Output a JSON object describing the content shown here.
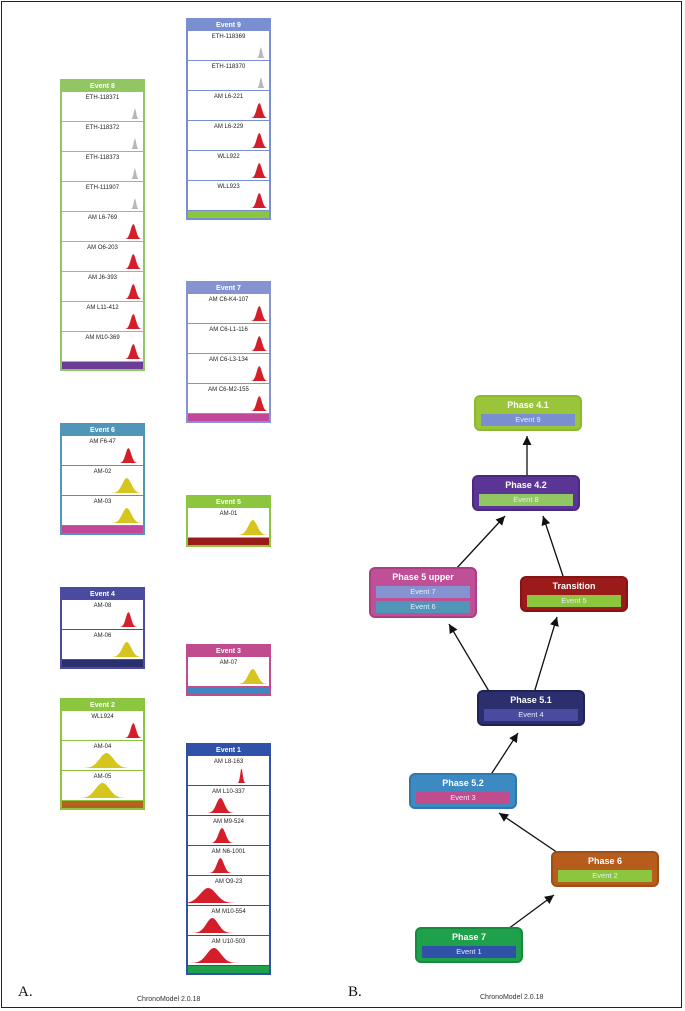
{
  "panels": {
    "a_letter": "A.",
    "b_letter": "B.",
    "a_footer": "ChronoModel 2.0.18",
    "b_footer": "ChronoModel 2.0.18"
  },
  "colors": {
    "red_peak": "#d41f2a",
    "yellow_peak": "#d6c51e",
    "grey_peak": "#b8b8b8"
  },
  "events": [
    {
      "name": "Event 9",
      "color": "#7a8fd0",
      "footer_color": "#8cc63f",
      "dates": [
        {
          "label": "ETH-118369",
          "peak": "grey"
        },
        {
          "label": "ETH-118370",
          "peak": "grey"
        },
        {
          "label": "AM L6-221",
          "peak": "red"
        },
        {
          "label": "AM L6-229",
          "peak": "red"
        },
        {
          "label": "WLL922",
          "peak": "red"
        },
        {
          "label": "WLL923",
          "peak": "red"
        }
      ]
    },
    {
      "name": "Event 8",
      "color": "#92c663",
      "footer_color": "#6a3d97",
      "dates": [
        {
          "label": "ETH-118371",
          "peak": "grey"
        },
        {
          "label": "ETH-118372",
          "peak": "grey"
        },
        {
          "label": "ETH-118373",
          "peak": "grey"
        },
        {
          "label": "ETH-111907",
          "peak": "grey"
        },
        {
          "label": "AM L6-769",
          "peak": "red"
        },
        {
          "label": "AM O6-203",
          "peak": "red"
        },
        {
          "label": "AM J6-393",
          "peak": "red"
        },
        {
          "label": "AM L11-412",
          "peak": "red"
        },
        {
          "label": "AM M10-369",
          "peak": "red"
        }
      ]
    },
    {
      "name": "Event 7",
      "color": "#8593d1",
      "footer_color": "#c2479b",
      "dates": [
        {
          "label": "AM C6-K4-107",
          "peak": "red"
        },
        {
          "label": "AM C6-L1-116",
          "peak": "red"
        },
        {
          "label": "AM C6-L3-134",
          "peak": "red"
        },
        {
          "label": "AM C6-M2-155",
          "peak": "red"
        }
      ]
    },
    {
      "name": "Event 6",
      "color": "#4f96b8",
      "footer_color": "#c2479b",
      "dates": [
        {
          "label": "AM F6-47",
          "peak": "red"
        },
        {
          "label": "AM-02",
          "peak": "yellow"
        },
        {
          "label": "AM-03",
          "peak": "yellow"
        }
      ]
    },
    {
      "name": "Event 5",
      "color": "#8cc63f",
      "footer_color": "#9b1b1b",
      "dates": [
        {
          "label": "AM-01",
          "peak": "yellow"
        }
      ]
    },
    {
      "name": "Event 4",
      "color": "#4a4a9e",
      "footer_color": "#2c2f6e",
      "dates": [
        {
          "label": "AM-08",
          "peak": "red"
        },
        {
          "label": "AM-06",
          "peak": "yellow"
        }
      ]
    },
    {
      "name": "Event 3",
      "color": "#c04c8e",
      "footer_color": "#3e87c0",
      "dates": [
        {
          "label": "AM-07",
          "peak": "yellow"
        }
      ]
    },
    {
      "name": "Event 2",
      "color": "#8cc63f",
      "footer_color": "#b4621e",
      "dates": [
        {
          "label": "WLL924",
          "peak": "red"
        },
        {
          "label": "AM-04",
          "peak": "yellow"
        },
        {
          "label": "AM-05",
          "peak": "yellow"
        }
      ]
    },
    {
      "name": "Event 1",
      "color": "#2f52a8",
      "footer_color": "#1fa04a",
      "dates": [
        {
          "label": "AM L8-163",
          "peak": "red"
        },
        {
          "label": "AM L10-337",
          "peak": "red"
        },
        {
          "label": "AM M9-524",
          "peak": "red"
        },
        {
          "label": "AM N6-1001",
          "peak": "red"
        },
        {
          "label": "AM O9-23",
          "peak": "red"
        },
        {
          "label": "AM M10-554",
          "peak": "red"
        },
        {
          "label": "AM U10-503",
          "peak": "red"
        }
      ]
    }
  ],
  "phases": [
    {
      "name": "Phase 4.1",
      "color": "#9ac43a",
      "border": "#8bb92f",
      "events": [
        {
          "name": "Event 9",
          "color": "#7a8fd0"
        }
      ]
    },
    {
      "name": "Phase 4.2",
      "color": "#5b3596",
      "border": "#4a2a80",
      "events": [
        {
          "name": "Event 8",
          "color": "#92c663"
        }
      ]
    },
    {
      "name": "Phase 5 upper",
      "color": "#bf4f97",
      "border": "#a93f84",
      "events": [
        {
          "name": "Event 7",
          "color": "#8593d1"
        },
        {
          "name": "Event 6",
          "color": "#4f96b8"
        }
      ]
    },
    {
      "name": "Transition",
      "color": "#9b1b1b",
      "border": "#861414",
      "events": [
        {
          "name": "Event 5",
          "color": "#8cc63f"
        }
      ]
    },
    {
      "name": "Phase 5.1",
      "color": "#2c2f6e",
      "border": "#1f2257",
      "events": [
        {
          "name": "Event 4",
          "color": "#4a4a9e"
        }
      ]
    },
    {
      "name": "Phase 5.2",
      "color": "#3d8ac2",
      "border": "#2f78ae",
      "events": [
        {
          "name": "Event 3",
          "color": "#c04c8e"
        }
      ]
    },
    {
      "name": "Phase 6",
      "color": "#b65d1e",
      "border": "#9e4f15",
      "events": [
        {
          "name": "Event 2",
          "color": "#8cc63f"
        }
      ]
    },
    {
      "name": "Phase 7",
      "color": "#1fa04a",
      "border": "#168a3d",
      "events": [
        {
          "name": "Event 1",
          "color": "#2f52a8"
        }
      ]
    }
  ],
  "edges": [
    {
      "from": "Phase 7",
      "to": "Phase 6"
    },
    {
      "from": "Phase 6",
      "to": "Phase 5.2"
    },
    {
      "from": "Phase 5.2",
      "to": "Phase 5.1"
    },
    {
      "from": "Phase 5.1",
      "to": "Phase 5 upper"
    },
    {
      "from": "Phase 5.1",
      "to": "Transition"
    },
    {
      "from": "Phase 5 upper",
      "to": "Phase 4.2"
    },
    {
      "from": "Transition",
      "to": "Phase 4.2"
    },
    {
      "from": "Phase 4.2",
      "to": "Phase 4.1"
    }
  ]
}
